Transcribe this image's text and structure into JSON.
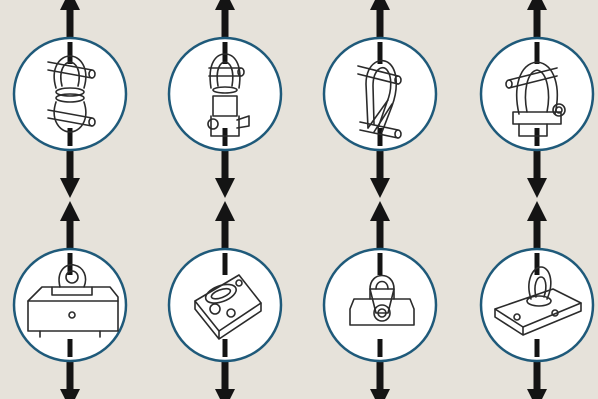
{
  "colors": {
    "background": "#e6e2da",
    "circle_fill": "#ffffff",
    "circle_stroke": "#1f5a7a",
    "arrow": "#141414",
    "sketch": "#2b2b2b"
  },
  "rows": [
    {
      "row_name": "connector-row",
      "items": [
        {
          "name": "double-shackle-swivel-connector",
          "icon": "swivel-shackle-pair-icon"
        },
        {
          "name": "shackle-with-jaw-connector",
          "icon": "shackle-jaw-icon"
        },
        {
          "name": "open-hook-shackle-connector",
          "icon": "hook-shackle-icon"
        },
        {
          "name": "bolted-shackle-connector",
          "icon": "bolted-shackle-icon"
        }
      ]
    },
    {
      "row_name": "anchor-point-row",
      "items": [
        {
          "name": "box-mounted-eye-anchor",
          "icon": "box-eye-anchor-icon"
        },
        {
          "name": "angled-plate-ring-anchor",
          "icon": "plate-ring-anchor-icon"
        },
        {
          "name": "pivot-plate-eye-anchor",
          "icon": "pivot-eye-anchor-icon"
        },
        {
          "name": "base-plate-swivel-eye-anchor",
          "icon": "swivel-eye-plate-icon"
        }
      ]
    }
  ]
}
